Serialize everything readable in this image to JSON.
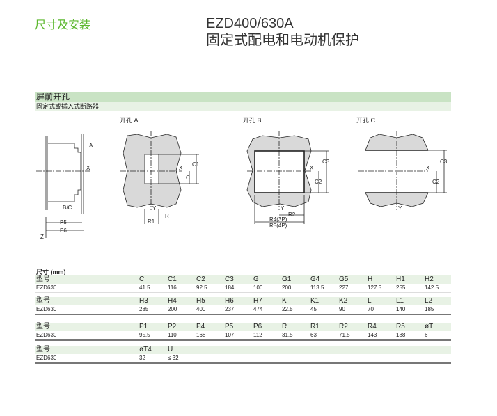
{
  "section_title": "尺寸及安装",
  "title_line1": "EZD400/630A",
  "title_line2": "固定式配电和电动机保护",
  "band_title": "屏前开孔",
  "band_subtitle": "固定式或插入式断路器",
  "cutout_labels": [
    "开孔 A",
    "开孔 B",
    "开孔 C"
  ],
  "diagram_labels": {
    "side": {
      "a": "A",
      "x": "X",
      "bc": "B/C",
      "p5": "P5",
      "p6": "P6",
      "z": "Z"
    },
    "a": {
      "c1": "C1",
      "c": "C",
      "x": "X",
      "y": "Y",
      "r": "R",
      "r1": "R1"
    },
    "b": {
      "c3": "C3",
      "c2": "C2",
      "x": "X",
      "y": "Y",
      "r2": "R2",
      "r4": "R4(3P)",
      "r5": "R5(4P)"
    },
    "c": {
      "c3": "C3",
      "c2": "C2",
      "x": "X",
      "y": "Y"
    }
  },
  "dims_label": "尺寸 (mm)",
  "tables": [
    {
      "header": "型号",
      "cols": [
        "C",
        "C1",
        "C2",
        "C3",
        "G",
        "G1",
        "G4",
        "G5",
        "H",
        "H1",
        "H2"
      ],
      "model": "EZD630",
      "values": [
        "41.5",
        "116",
        "92.5",
        "184",
        "100",
        "200",
        "113.5",
        "227",
        "127.5",
        "255",
        "142.5"
      ]
    },
    {
      "header": "型号",
      "cols": [
        "H3",
        "H4",
        "H5",
        "H6",
        "H7",
        "K",
        "K1",
        "K2",
        "L",
        "L1",
        "L2"
      ],
      "model": "EZD630",
      "values": [
        "285",
        "200",
        "400",
        "237",
        "474",
        "22.5",
        "45",
        "90",
        "70",
        "140",
        "185"
      ]
    },
    {
      "header": "型号",
      "cols": [
        "P1",
        "P2",
        "P4",
        "P5",
        "P6",
        "R",
        "R1",
        "R2",
        "R4",
        "R5",
        "øT"
      ],
      "model": "EZD630",
      "values": [
        "95.5",
        "110",
        "168",
        "107",
        "112",
        "31.5",
        "63",
        "71.5",
        "143",
        "188",
        "6"
      ]
    },
    {
      "header": "型号",
      "cols": [
        "øT4",
        "U"
      ],
      "model": "EZD630",
      "values": [
        "32",
        "≤ 32"
      ]
    }
  ]
}
